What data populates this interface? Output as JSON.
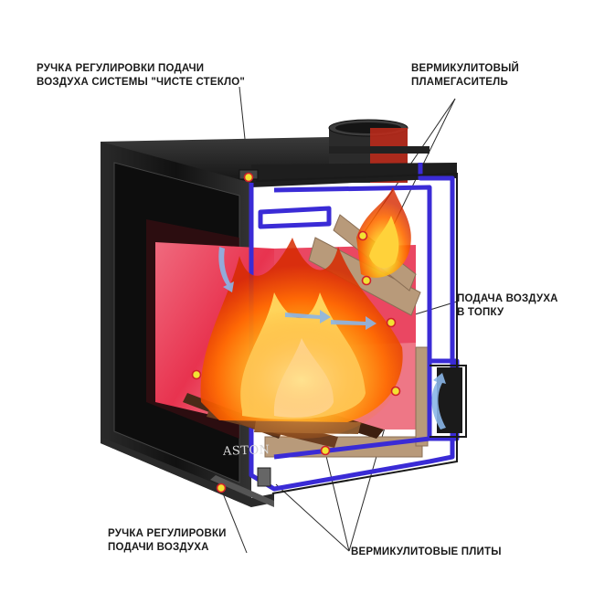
{
  "labels": {
    "air_glass_handle": {
      "line1": "РУЧКА РЕГУЛИРОВКИ ПОДАЧИ",
      "line2": "ВОЗДУХА СИСТЕМЫ \"ЧИСТЕ СТЕКЛО\""
    },
    "vermiculite_deflector": {
      "line1": "ВЕРМИКУЛИТОВЫЙ",
      "line2": "ПЛАМЕГАСИТЕЛЬ"
    },
    "air_supply_firebox": {
      "line1": "ПОДАЧА ВОЗДУХА",
      "line2": "В ТОПКУ"
    },
    "air_supply_handle": {
      "line1": "РУЧКА РЕГУЛИРОВКИ",
      "line2": "ПОДАЧИ ВОЗДУХА"
    },
    "vermiculite_plates": "ВЕРМИКУЛИТОВЫЕ ПЛИТЫ"
  },
  "brand": "ASTON",
  "colors": {
    "frame": "#1c1c1c",
    "outline": "#3a2bd6",
    "firebox": "#e8506a",
    "vermiculite": "#b89a7a",
    "marker": "#f2e233",
    "marker_ring": "#d0202a",
    "air_arrow": "#8ab6e8"
  }
}
